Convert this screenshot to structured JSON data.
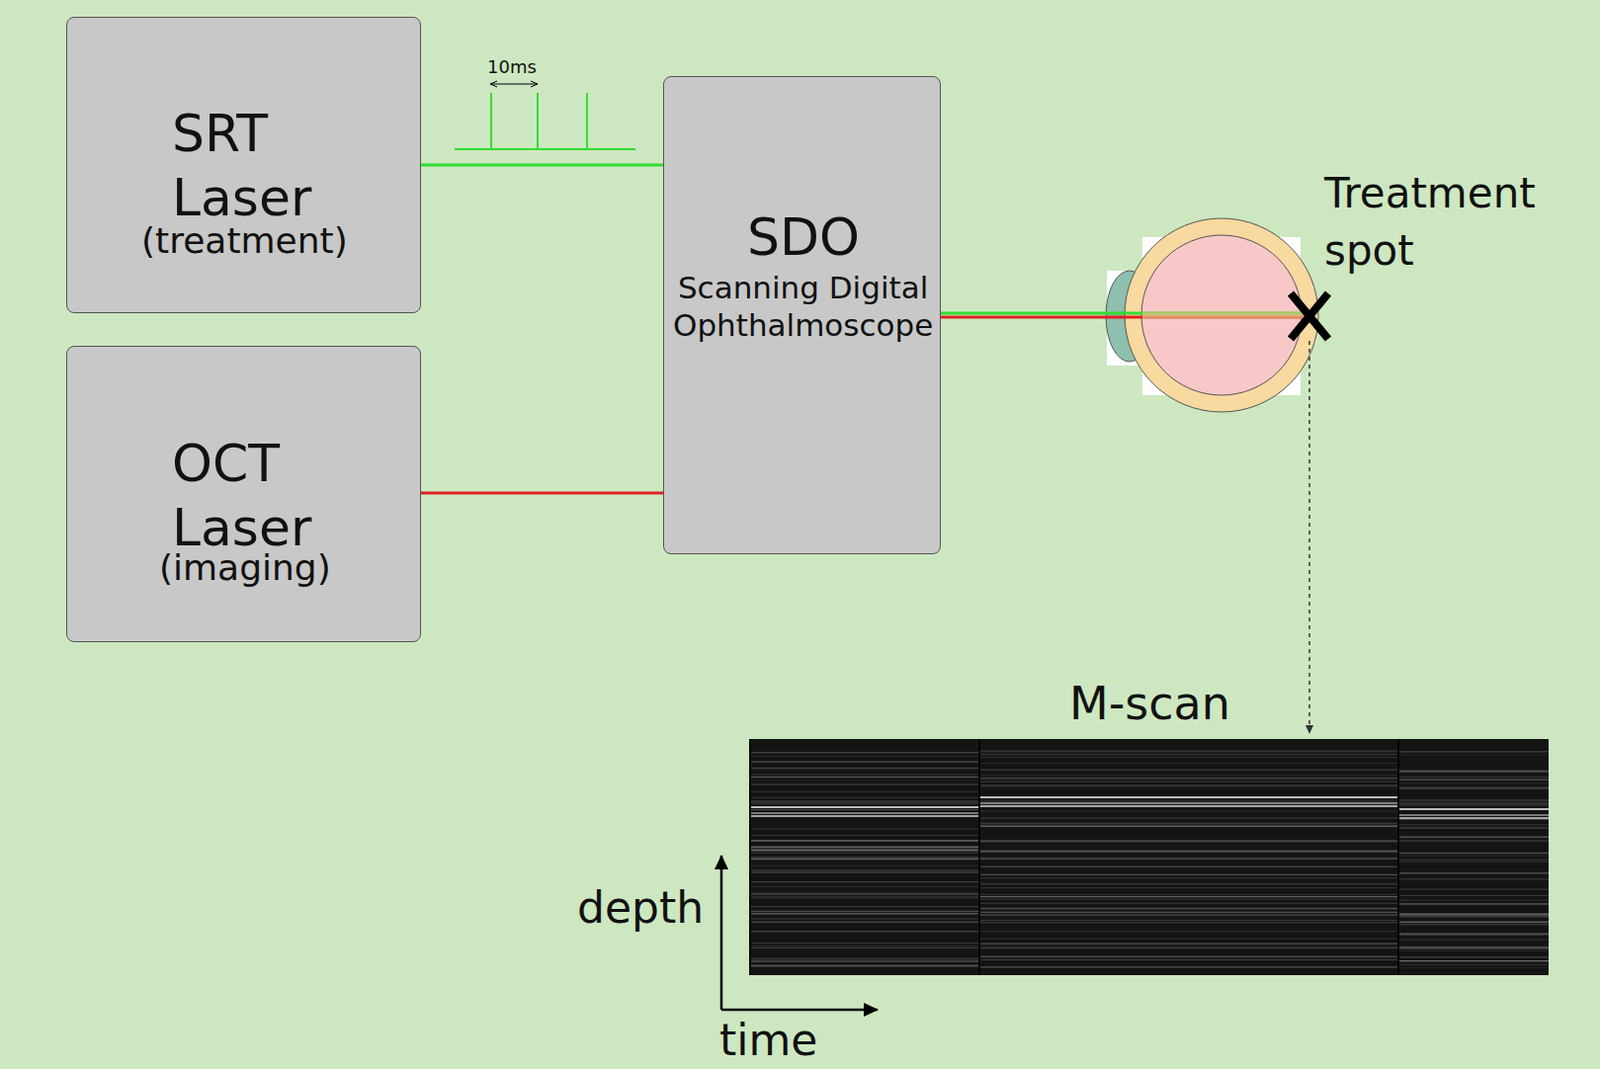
{
  "diagram": {
    "nodes": [
      {
        "text": [
          "SRT Laser",
          "(treatment)"
        ]
      },
      {
        "text": [
          "OCT Laser",
          "(imaging)"
        ]
      },
      {
        "text": [
          "SDO",
          "Scanning Digital Ophthalmoscope"
        ]
      },
      {
        "text": [
          "M-scan"
        ]
      }
    ],
    "edges": [
      {
        "from": 0,
        "to": 2,
        "arrow": "none"
      },
      {
        "from": 1,
        "to": 2,
        "arrow": "none"
      }
    ],
    "labels": [
      "10ms",
      "Treatment spot",
      "depth",
      "time"
    ]
  }
}
